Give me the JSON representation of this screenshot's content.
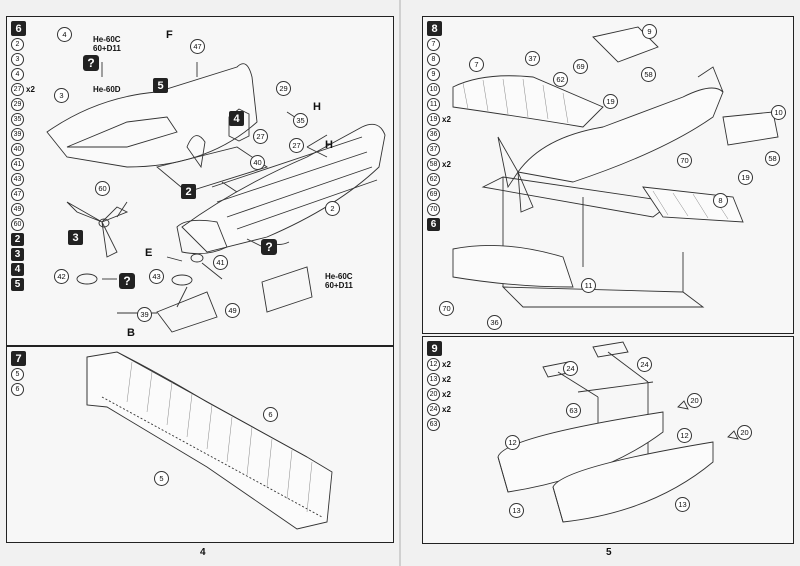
{
  "pages": [
    {
      "number": "4",
      "step6": {
        "step": "6",
        "list": [
          {
            "id": "2"
          },
          {
            "id": "3"
          },
          {
            "id": "4"
          },
          {
            "id": "27",
            "mult": "x2"
          },
          {
            "id": "29"
          },
          {
            "id": "35"
          },
          {
            "id": "39"
          },
          {
            "id": "40"
          },
          {
            "id": "41"
          },
          {
            "id": "43"
          },
          {
            "id": "47"
          },
          {
            "id": "49"
          },
          {
            "id": "60"
          }
        ],
        "subassemblies": [
          "2",
          "3",
          "4",
          "5"
        ],
        "callouts": [
          "4",
          "3",
          "47",
          "29",
          "35",
          "27",
          "27",
          "40",
          "60",
          "2",
          "41",
          "42",
          "43",
          "39",
          "49"
        ],
        "variant_labels": {
          "top": "He-60C\n60+D11",
          "mid": "He-60D",
          "bottom": "He-60C\n60+D11"
        },
        "letters": [
          "F",
          "H",
          "H",
          "E",
          "B"
        ],
        "qmark": "?",
        "inline_steps": [
          "5",
          "4",
          "2",
          "3"
        ]
      },
      "step7": {
        "step": "7",
        "list": [
          {
            "id": "5"
          },
          {
            "id": "6"
          }
        ],
        "callouts": [
          "6",
          "5"
        ]
      }
    },
    {
      "number": "5",
      "step8": {
        "step": "8",
        "list": [
          {
            "id": "7"
          },
          {
            "id": "8"
          },
          {
            "id": "9"
          },
          {
            "id": "10"
          },
          {
            "id": "11"
          },
          {
            "id": "19",
            "mult": "x2"
          },
          {
            "id": "36"
          },
          {
            "id": "37"
          },
          {
            "id": "58",
            "mult": "x2"
          },
          {
            "id": "62"
          },
          {
            "id": "69"
          },
          {
            "id": "70"
          }
        ],
        "inline_step": "6",
        "callouts": [
          "7",
          "37",
          "62",
          "69",
          "19",
          "9",
          "58",
          "10",
          "58",
          "19",
          "70",
          "8",
          "11",
          "70",
          "36"
        ]
      },
      "step9": {
        "step": "9",
        "list": [
          {
            "id": "12",
            "mult": "x2"
          },
          {
            "id": "13",
            "mult": "x2"
          },
          {
            "id": "20",
            "mult": "x2"
          },
          {
            "id": "24",
            "mult": "x2"
          },
          {
            "id": "63"
          }
        ],
        "callouts": [
          "24",
          "24",
          "63",
          "20",
          "20",
          "12",
          "12",
          "13",
          "13"
        ]
      }
    }
  ],
  "colors": {
    "ink": "#222222",
    "paper": "#f7f7f7",
    "page": "#f1f1f1"
  }
}
